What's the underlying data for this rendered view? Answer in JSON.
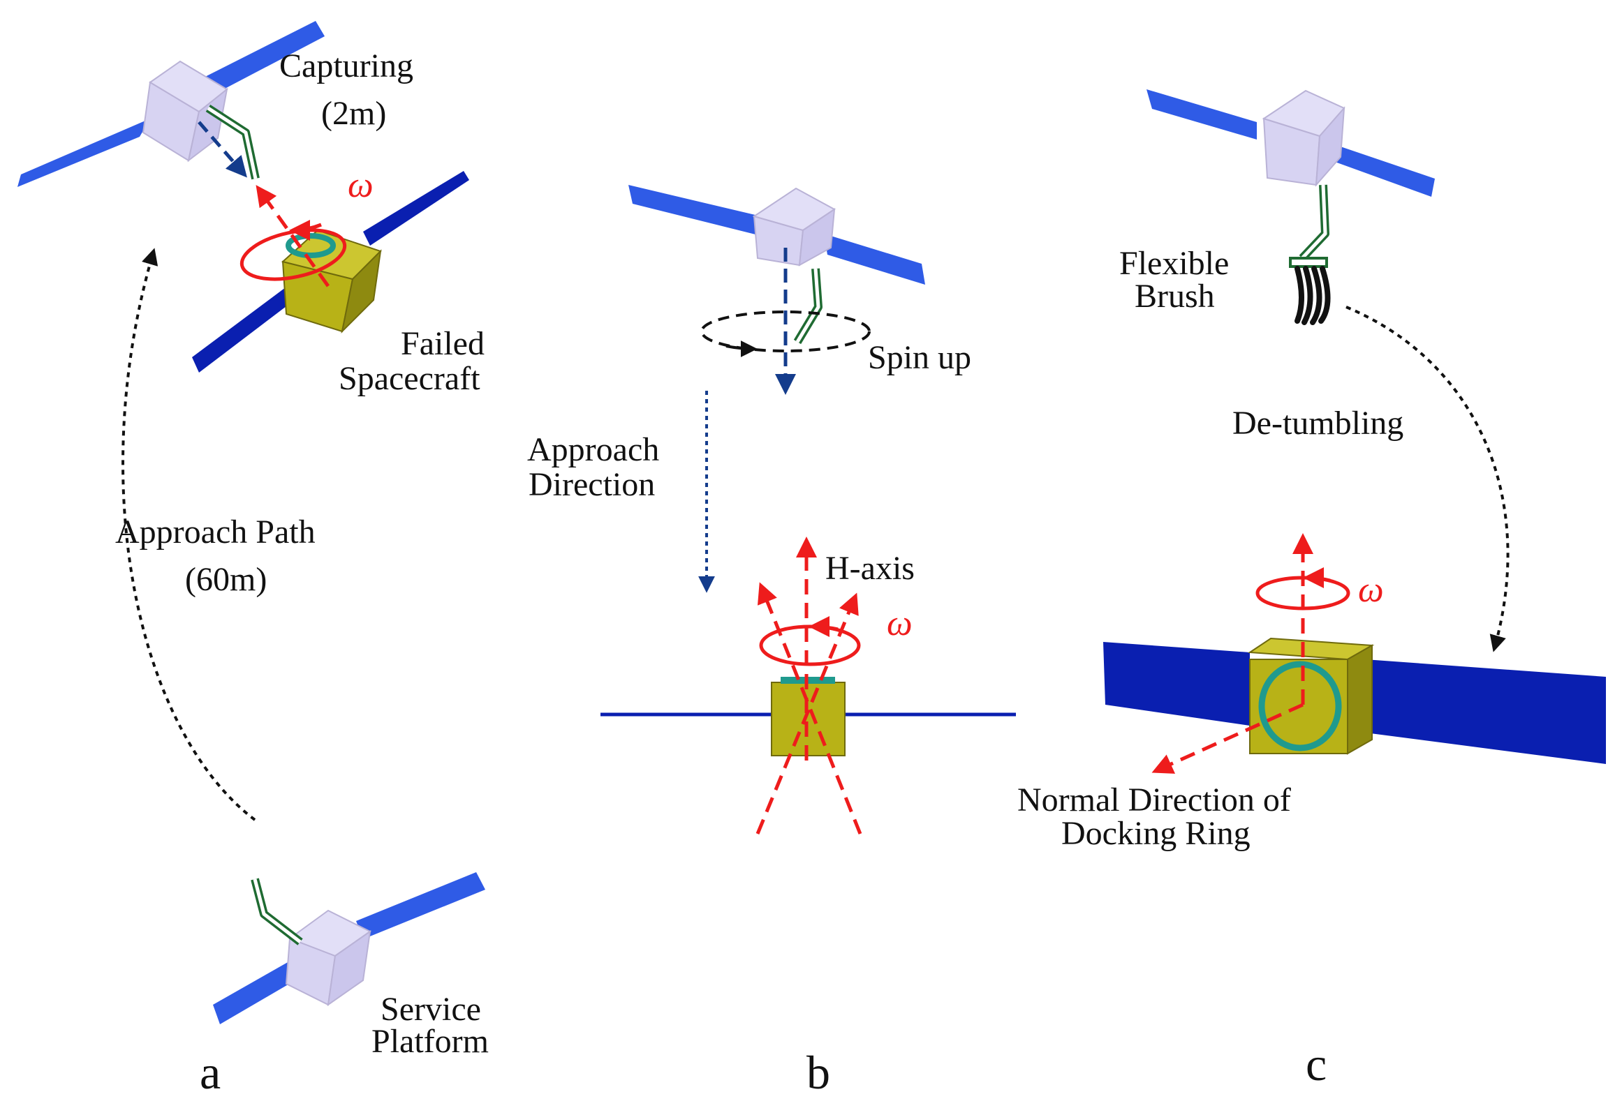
{
  "colors": {
    "panel_blue": "#2f5be6",
    "panel_dark_blue": "#0a1fb0",
    "bus_lavender": "#d7d3f2",
    "bus_yellow": "#b8b217",
    "arm_green": "#1f6b32",
    "axis_red": "#ee1c1c",
    "arrow_navy": "#143c8c",
    "ring_teal": "#1f9a8e"
  },
  "panel_a": {
    "label": "a",
    "capturing": [
      "Capturing",
      "(2m)"
    ],
    "omega": "ω",
    "failed_spacecraft": [
      "Failed",
      "Spacecraft"
    ],
    "approach_path": [
      "Approach Path",
      "(60m)"
    ],
    "service_platform": [
      "Service",
      "Platform"
    ]
  },
  "panel_b": {
    "label": "b",
    "spin_up": "Spin up",
    "approach_direction": [
      "Approach",
      "Direction"
    ],
    "h_axis": "H-axis",
    "omega": "ω"
  },
  "panel_c": {
    "label": "c",
    "flexible_brush": [
      "Flexible",
      "Brush"
    ],
    "de_tumbling": "De-tumbling",
    "omega": "ω",
    "normal_direction": [
      "Normal Direction of",
      "Docking Ring"
    ]
  }
}
